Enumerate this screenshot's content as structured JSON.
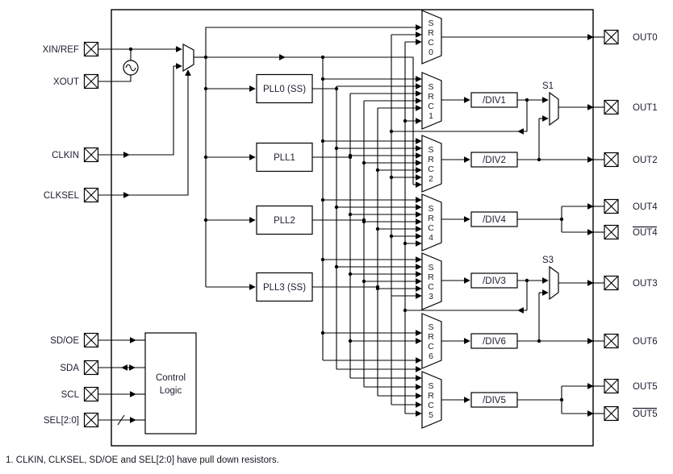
{
  "diagram": {
    "pins_left": [
      {
        "label": "XIN/REF"
      },
      {
        "label": "XOUT"
      },
      {
        "label": "CLKIN"
      },
      {
        "label": "CLKSEL"
      },
      {
        "label": "SD/OE"
      },
      {
        "label": "SDA"
      },
      {
        "label": "SCL"
      },
      {
        "label": "SEL[2:0]"
      }
    ],
    "pins_right": [
      {
        "label": "OUT0",
        "overline": false
      },
      {
        "label": "OUT1",
        "overline": false
      },
      {
        "label": "OUT2",
        "overline": false
      },
      {
        "label": "OUT4",
        "overline": false
      },
      {
        "label": "OUT4",
        "overline": true
      },
      {
        "label": "OUT3",
        "overline": false
      },
      {
        "label": "OUT6",
        "overline": false
      },
      {
        "label": "OUT5",
        "overline": false
      },
      {
        "label": "OUT5",
        "overline": true
      }
    ],
    "plls": [
      {
        "label": "PLL0 (SS)"
      },
      {
        "label": "PLL1"
      },
      {
        "label": "PLL2"
      },
      {
        "label": "PLL3 (SS)"
      }
    ],
    "dividers": [
      {
        "label": "/DIV1"
      },
      {
        "label": "/DIV2"
      },
      {
        "label": "/DIV4"
      },
      {
        "label": "/DIV3"
      },
      {
        "label": "/DIV6"
      },
      {
        "label": "/DIV5"
      }
    ],
    "sources": [
      {
        "name": "SRC0",
        "letters": [
          "S",
          "R",
          "C",
          "0"
        ]
      },
      {
        "name": "SRC1",
        "letters": [
          "S",
          "R",
          "C",
          "1"
        ]
      },
      {
        "name": "SRC2",
        "letters": [
          "S",
          "R",
          "C",
          "2"
        ]
      },
      {
        "name": "SRC4",
        "letters": [
          "S",
          "R",
          "C",
          "4"
        ]
      },
      {
        "name": "SRC3",
        "letters": [
          "S",
          "R",
          "C",
          "3"
        ]
      },
      {
        "name": "SRC6",
        "letters": [
          "S",
          "R",
          "C",
          "6"
        ]
      },
      {
        "name": "SRC5",
        "letters": [
          "S",
          "R",
          "C",
          "5"
        ]
      }
    ],
    "selectors": [
      {
        "label": "S1"
      },
      {
        "label": "S3"
      }
    ],
    "control_logic": {
      "line1": "Control",
      "line2": "Logic"
    },
    "footnote": "1. CLKIN, CLKSEL, SD/OE and SEL[2:0] have pull down resistors."
  }
}
